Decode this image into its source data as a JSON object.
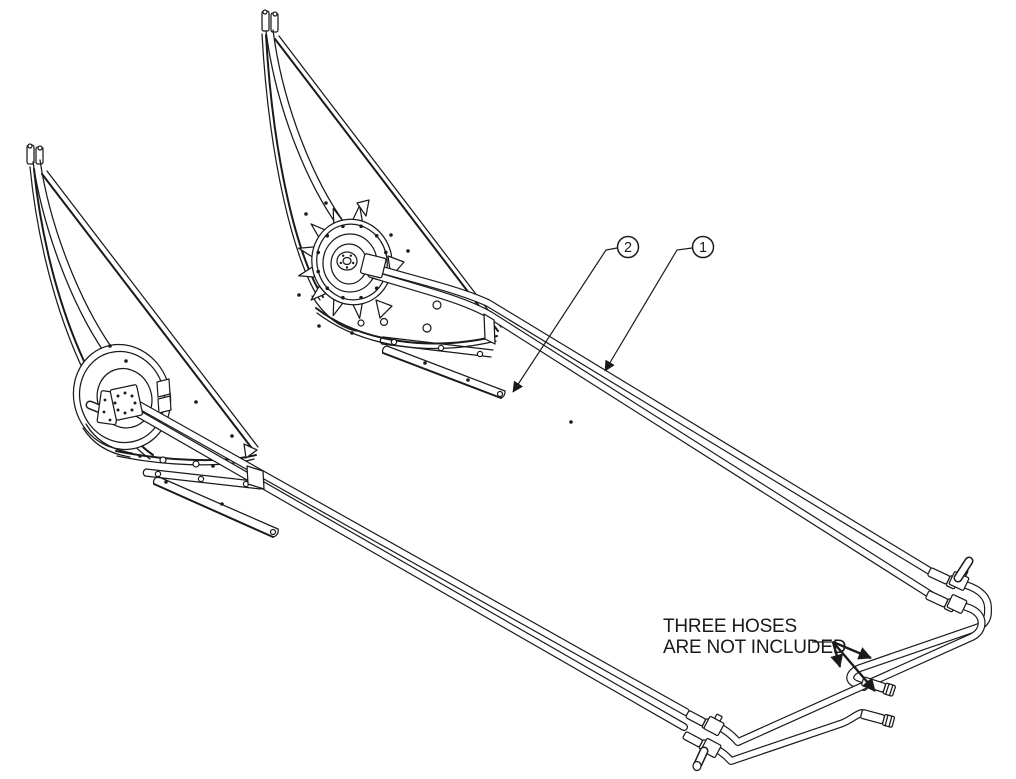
{
  "figure": {
    "type": "technical-parts-diagram",
    "colors": {
      "ink": "#1a1a1a",
      "background": "#ffffff"
    },
    "callouts": [
      {
        "number": "1"
      },
      {
        "number": "2"
      }
    ],
    "note": {
      "line1": "THREE HOSES",
      "line2": "ARE NOT INCLUDED"
    }
  }
}
